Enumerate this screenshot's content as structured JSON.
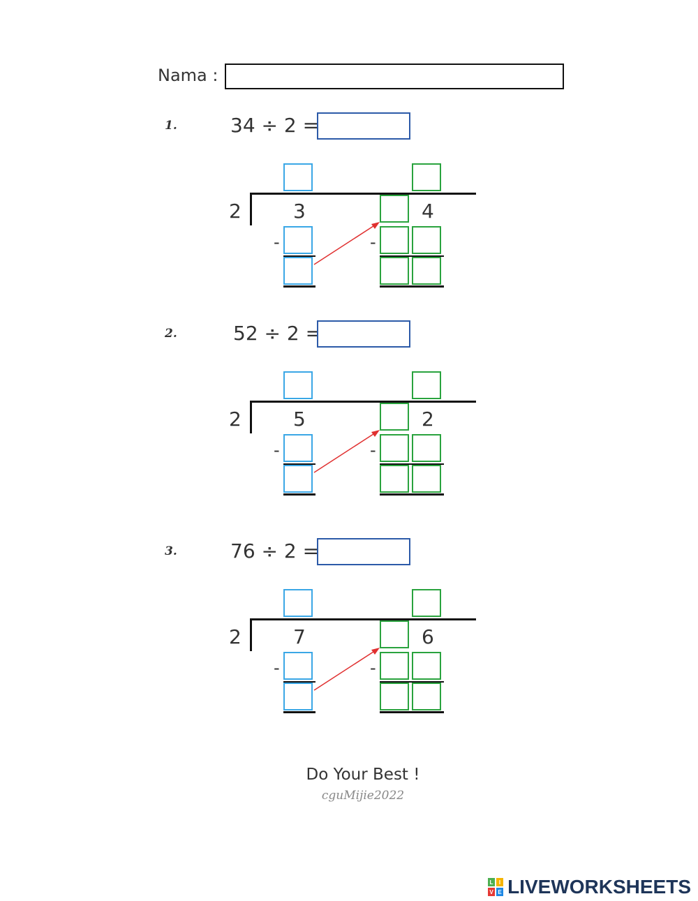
{
  "name_label": "Nama :",
  "questions": [
    {
      "number": "1.",
      "equation": "34 ÷ 2 =",
      "divisor": "2",
      "tens": "3",
      "ones": "4"
    },
    {
      "number": "2.",
      "equation": "52 ÷ 2 =",
      "divisor": "2",
      "tens": "5",
      "ones": "2"
    },
    {
      "number": "3.",
      "equation": "76 ÷ 2 =",
      "divisor": "2",
      "tens": "7",
      "ones": "6"
    }
  ],
  "minus_sign": "-",
  "footer": {
    "message": "Do Your Best !",
    "signature": "cguMijie2022"
  },
  "brand": {
    "logo_letters": [
      "L",
      "I",
      "V",
      "E"
    ],
    "name": "LIVEWORKSHEETS"
  },
  "colors": {
    "answer_box_border": "#2c5aa8",
    "tens_box_border": "#3aa7e6",
    "ones_box_border": "#2aa33e",
    "arrow": "#e03030",
    "brand_text": "#1e3559"
  }
}
